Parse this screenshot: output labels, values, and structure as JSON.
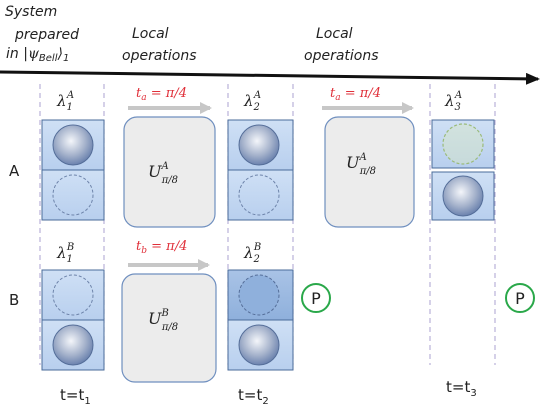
{
  "header": {
    "system_line1": "System",
    "system_line2": "prepared",
    "system_line3_in": "in |",
    "system_psi": "ψ",
    "system_bell": "Bell",
    "system_rangle": "⟩",
    "system_sub": "1",
    "local1_line1": "Local",
    "local1_line2": "operations",
    "local2_line1": "Local",
    "local2_line2": "operations"
  },
  "rows": {
    "a_label": "A",
    "b_label": "B"
  },
  "lambdas": {
    "a1": {
      "sym": "λ",
      "sub": "1",
      "sup": "A"
    },
    "a2": {
      "sym": "λ",
      "sub": "2",
      "sup": "A"
    },
    "a3": {
      "sym": "λ",
      "sub": "3",
      "sup": "A"
    },
    "b1": {
      "sym": "λ",
      "sub": "1",
      "sup": "B"
    },
    "b2": {
      "sym": "λ",
      "sub": "2",
      "sup": "B"
    }
  },
  "times": {
    "ta": {
      "sym": "t",
      "sub": "a",
      "rest": " = π/4"
    },
    "ta2": {
      "sym": "t",
      "sub": "a",
      "rest": " = π/4"
    },
    "tb": {
      "sym": "t",
      "sub": "b",
      "rest": " = π/4"
    }
  },
  "operators": {
    "ua1": {
      "sym": "U",
      "sup": "A",
      "sub": "π/8"
    },
    "ua2": {
      "sym": "U",
      "sup": "A",
      "sub": "π/8"
    },
    "ub1": {
      "sym": "U",
      "sup": "B",
      "sub": "π/8"
    }
  },
  "timepoints": {
    "t1": {
      "base": "t=t",
      "sub": "1"
    },
    "t2": {
      "base": "t=t",
      "sub": "2"
    },
    "t3": {
      "base": "t=t",
      "sub": "3"
    }
  },
  "measure_symbol": "P",
  "colors": {
    "cell_fill": "#c6daf2",
    "cell_fill_dark": "#9bb9e0",
    "cell_stroke": "#4a6b9a",
    "operator_fill": "#ececec",
    "operator_stroke": "#6f8fbf",
    "time_label_red": "#e0303a",
    "measure_green": "#2aa84a",
    "divider": "#b9b2d8"
  }
}
